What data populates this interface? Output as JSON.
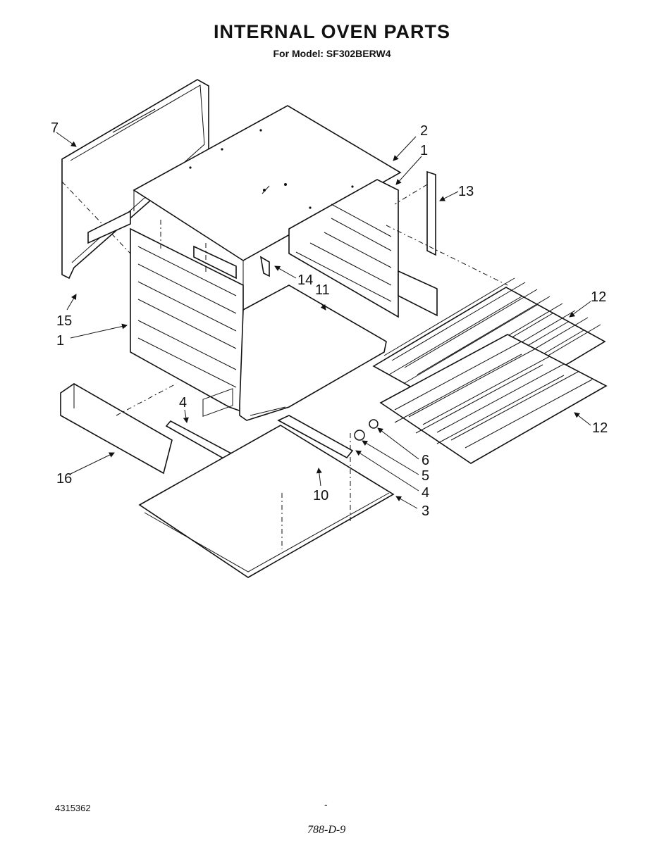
{
  "header": {
    "title": "INTERNAL OVEN PARTS",
    "subtitle": "For Model: SF302BERW4"
  },
  "callouts": {
    "c1_top": "1",
    "c1_left": "1",
    "c2": "2",
    "c3": "3",
    "c4_top": "4",
    "c4_bottom": "4",
    "c5": "5",
    "c6": "6",
    "c7": "7",
    "c10": "10",
    "c11": "11",
    "c12_top": "12",
    "c12_bottom": "12",
    "c13": "13",
    "c14": "14",
    "c15": "15",
    "c16": "16"
  },
  "footer": {
    "part_number": "4315362",
    "dash": "-",
    "page_code": "788-D-9"
  }
}
